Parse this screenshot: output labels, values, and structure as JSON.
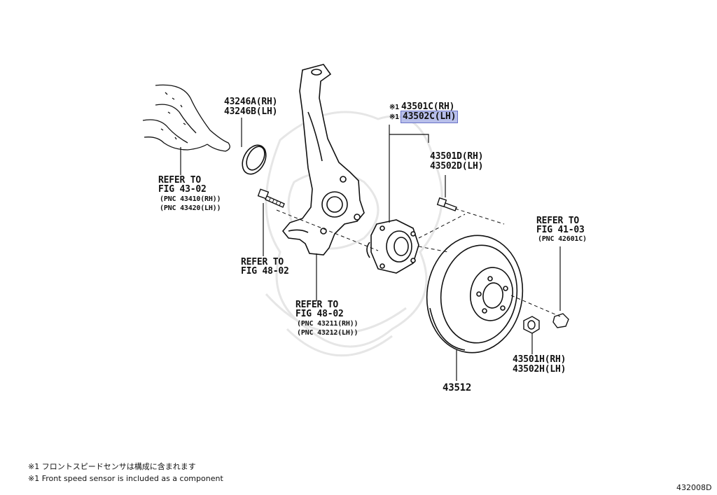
{
  "parts": {
    "seal_rh": "43246A(RH)",
    "seal_lh": "43246B(LH)",
    "hub_rh": "43501C(RH)",
    "hub_lh": "43502C(LH)",
    "hub_marker": "※1",
    "bolt_rh": "43501D(RH)",
    "bolt_lh": "43502D(LH)",
    "nut_rh": "43501H(RH)",
    "nut_lh": "43502H(LH)",
    "disc": "43512"
  },
  "refs": {
    "fig4302": {
      "line1": "REFER TO",
      "line2": "FIG 43-02",
      "pnc1": "(PNC 43410(RH))",
      "pnc2": "(PNC 43420(LH))"
    },
    "fig4802a": {
      "line1": "REFER TO",
      "line2": "FIG 48-02"
    },
    "fig4802b": {
      "line1": "REFER TO",
      "line2": "FIG 48-02",
      "pnc1": "(PNC 43211(RH))",
      "pnc2": "(PNC 43212(LH))"
    },
    "fig4103": {
      "line1": "REFER TO",
      "line2": "FIG 41-03",
      "pnc1": "(PNC 42601C)"
    }
  },
  "notes": {
    "jp": "※1 フロントスピードセンサは構成に含まれます",
    "en": "※1 Front speed sensor is included  as a component"
  },
  "diagram_code": "432008D",
  "colors": {
    "highlight": "#b8bfea",
    "line": "#111111"
  }
}
